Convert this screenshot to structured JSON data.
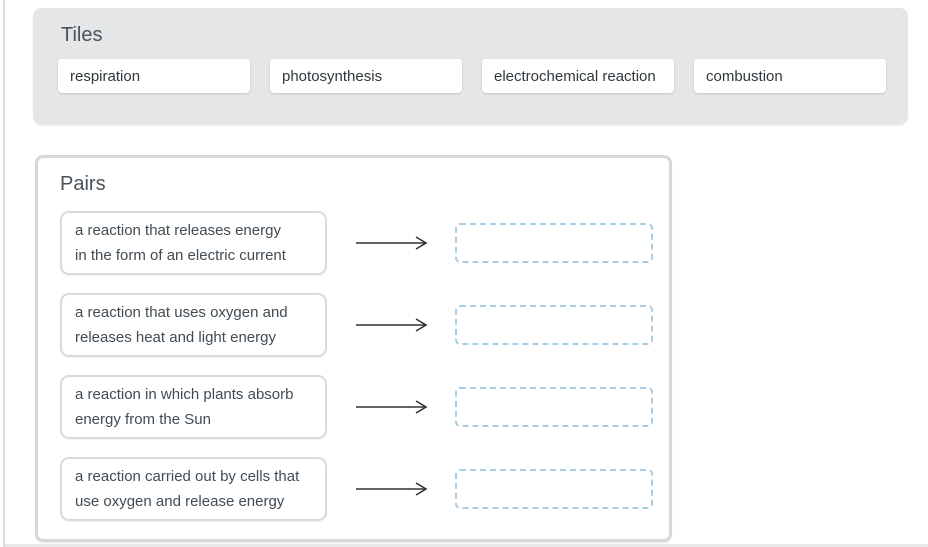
{
  "tiles_panel": {
    "title": "Tiles",
    "background": "#e4e6e7",
    "tiles": [
      {
        "label": "respiration"
      },
      {
        "label": "photosynthesis"
      },
      {
        "label": "electrochemical reaction"
      },
      {
        "label": "combustion"
      }
    ]
  },
  "pairs_panel": {
    "title": "Pairs",
    "rows": [
      {
        "definition": "a reaction that releases energy\nin the form of an electric current",
        "drop_value": ""
      },
      {
        "definition": "a reaction that uses oxygen and\nreleases heat and light energy",
        "drop_value": ""
      },
      {
        "definition": "a reaction in which plants absorb\nenergy from the Sun",
        "drop_value": ""
      },
      {
        "definition": "a reaction carried out by cells that\nuse oxygen and release energy",
        "drop_value": ""
      }
    ]
  },
  "colors": {
    "accent_dashed_border": "#a9cde2",
    "arrow": "#303438",
    "heading_text": "#49535a",
    "tile_text": "#30373c",
    "definition_text": "#414c54",
    "panel_border": "#d5d7d8",
    "card_border": "#dadada",
    "tiles_panel_background": "#e4e6e7"
  }
}
